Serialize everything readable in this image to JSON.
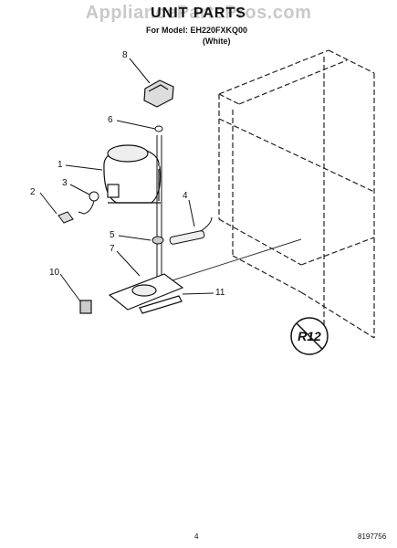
{
  "watermark": "AppliancePartsPros.com",
  "header": {
    "title": "UNIT PARTS",
    "model_line": "For Model: EH220FXKQ00",
    "color_line": "(White)"
  },
  "callouts": [
    "1",
    "2",
    "3",
    "4",
    "5",
    "6",
    "7",
    "8",
    "10",
    "11"
  ],
  "logo_text": "R12",
  "footer": {
    "page_number": "4",
    "doc_number": "8197756"
  }
}
